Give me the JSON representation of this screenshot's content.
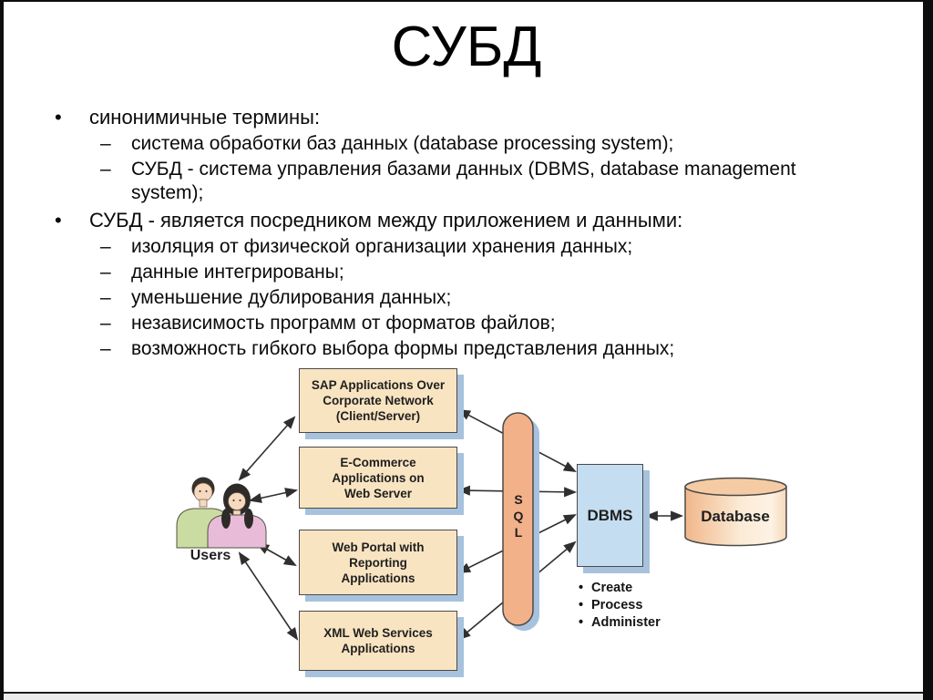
{
  "slide": {
    "title": "СУБД",
    "bullets": [
      {
        "level": 1,
        "marker": "•",
        "text": "синонимичные термины:"
      },
      {
        "level": 2,
        "marker": "–",
        "text": "система обработки баз данных (database processing system);"
      },
      {
        "level": 2,
        "marker": "–",
        "text": "СУБД - система управления базами данных (DBMS, database management system);"
      },
      {
        "level": 1,
        "marker": "•",
        "text": "СУБД - является посредником между приложением и данными:"
      },
      {
        "level": 2,
        "marker": "–",
        "text": "изоляция от физической организации хранения данных;"
      },
      {
        "level": 2,
        "marker": "–",
        "text": "данные интегрированы;"
      },
      {
        "level": 2,
        "marker": "–",
        "text": "уменьшение дублирования данных;"
      },
      {
        "level": 2,
        "marker": "–",
        "text": "независимость программ от форматов файлов;"
      },
      {
        "level": 2,
        "marker": "–",
        "text": "возможность гибкого выбора формы представления данных;"
      }
    ]
  },
  "diagram": {
    "users_label": "Users",
    "app_boxes": [
      {
        "lines": [
          "SAP Applications Over",
          "Corporate Network",
          "(Client/Server)"
        ]
      },
      {
        "lines": [
          "E-Commerce",
          "Applications on",
          "Web Server"
        ]
      },
      {
        "lines": [
          "Web Portal with",
          "Reporting",
          "Applications"
        ]
      },
      {
        "lines": [
          "XML Web Services",
          "Applications"
        ]
      }
    ],
    "sql_pill": {
      "letters": [
        "S",
        "Q",
        "L"
      ]
    },
    "dbms": {
      "label": "DBMS",
      "bullet_marker": "•",
      "functions": [
        "Create",
        "Process",
        "Administer"
      ]
    },
    "database_label": "Database",
    "colors": {
      "app_box_fill": "#F8E4C1",
      "dbms_fill": "#C4DDF0",
      "sql_pill_fill": "#F2B189",
      "cylinder_dark": "#F1B68A",
      "cylinder_light": "#FDF2E3",
      "shadow_blue": "#A7C2DD",
      "border": "#4a4a4a",
      "arrow": "#2f2f2f"
    }
  }
}
